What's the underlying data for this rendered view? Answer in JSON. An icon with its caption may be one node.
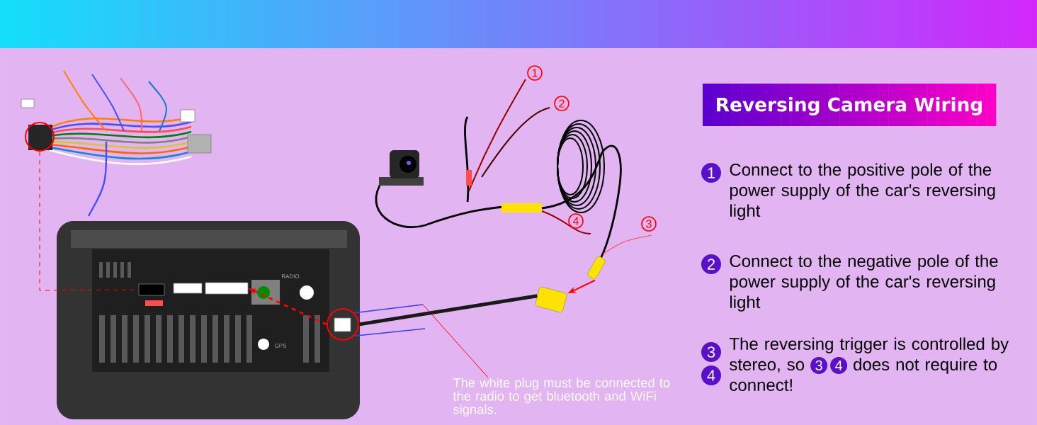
{
  "diagram": {
    "title": "Reversing Camera Wiring",
    "nodes": [
      {
        "text": [],
        "shape": "circle"
      },
      {
        "text": [],
        "shape": "box"
      },
      {
        "text": [],
        "shape": "box"
      },
      {
        "text": [],
        "shape": "circle"
      },
      {
        "text": [
          "The white plug must be connected to the radio to get bluetooth and WiFi signals."
        ]
      },
      {
        "text": [],
        "shape": "picture"
      },
      {
        "text": [],
        "shape": "picture"
      }
    ],
    "edges": [
      {
        "from": 0,
        "to": 1,
        "arrow": "none",
        "style": "dashed"
      },
      {
        "from": 3,
        "to": 2,
        "arrow": "to",
        "style": "dashed"
      },
      {
        "from": 4,
        "to": null,
        "arrow": "none"
      },
      {
        "from": 5,
        "to": 6,
        "arrow": "to"
      },
      {
        "from": 3,
        "to": 6,
        "arrow": "none",
        "style": "thick",
        "color": "#1a1a1a"
      },
      {
        "from": 3,
        "to": null,
        "arrow": "none",
        "color": "#3c3cf0"
      },
      {
        "from": 3,
        "to": null,
        "arrow": "none",
        "color": "#3c3cf0"
      }
    ],
    "labels": [
      "1",
      "2",
      "4",
      "3",
      "1",
      "Connect to the positive pole of the power supply of the car's reversing light",
      "2",
      "Connect to the negative pole of the power supply of the car's reversing light",
      "3",
      "4",
      "The reversing trigger is controlled by stereo, so",
      "3",
      "4",
      "does not require to connect!",
      "RADIO",
      "GPS"
    ]
  }
}
